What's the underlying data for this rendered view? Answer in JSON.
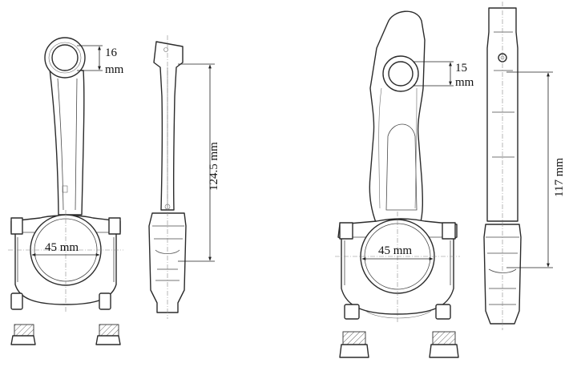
{
  "labels": {
    "left_small_bore": "16",
    "left_small_bore_unit": "mm",
    "left_big_bore": "45 mm",
    "left_length": "124.5 mm",
    "right_small_bore": "15",
    "right_small_bore_unit": "mm",
    "right_big_bore": "45 mm",
    "right_length": "117 mm"
  }
}
